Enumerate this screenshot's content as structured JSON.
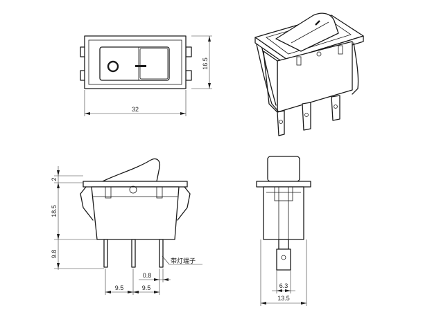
{
  "symbols": {
    "off": "O",
    "on": "I"
  },
  "dimensions": {
    "front_width": "32",
    "front_height": "16.5",
    "side_top": "2",
    "side_body": "18.5",
    "side_pin": "9.8",
    "pin_thickness": "0.8",
    "pitch_left": "9.5",
    "pitch_right": "9.5",
    "terminal_width": "6.3",
    "end_width": "13.5"
  },
  "annotations": {
    "lamp_terminal": "带灯端子"
  }
}
